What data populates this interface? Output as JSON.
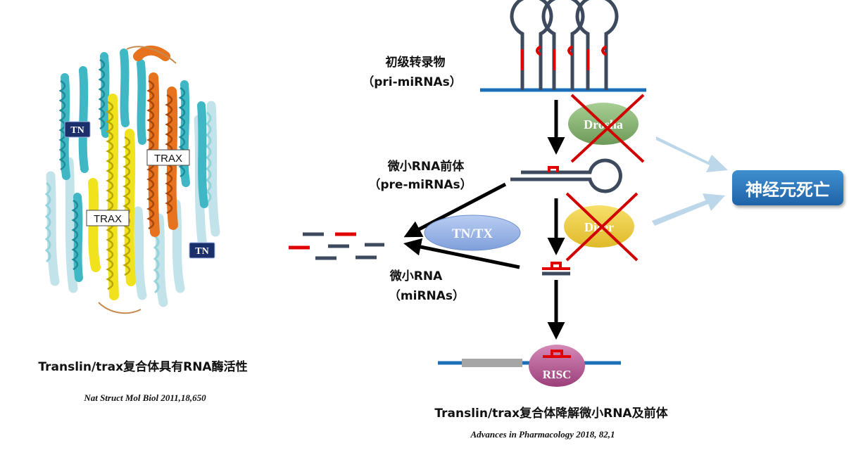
{
  "left_panel": {
    "tn_label": "TN",
    "trax_label": "TRAX",
    "caption": "Translin/trax复合体具有RNA酶活性",
    "citation": "Nat Struct Mol Biol 2011,18,650"
  },
  "right_panel": {
    "pri_label_cn": "初级转录物",
    "pri_label_en": "（pri-miRNAs）",
    "pre_label_cn": "微小RNA前体",
    "pre_label_en": "（pre-miRNAs）",
    "mirna_label_cn": "微小RNA",
    "mirna_label_en": "（miRNAs）",
    "drosha_label": "Drosha",
    "dicer_label": "Dicer",
    "tntx_label": "TN/TX",
    "risc_label": "RISC",
    "outcome_label": "神经元死亡",
    "caption": "Translin/trax复合体降解微小RNA及前体",
    "citation": "Advances in Pharmacology 2018, 82,1"
  },
  "colors": {
    "rna_strand": "#3d4a5e",
    "mrna": "#1a6fb8",
    "cleavage_mark": "#e00000",
    "drosha": "#7fae6a",
    "dicer": "#e9c736",
    "tntx": "#8fb0e6",
    "risc": "#b0568f",
    "outcome_box": "#2b78bd",
    "helix_cyan": "#3fb7c4",
    "helix_yellow": "#f1e21e",
    "helix_orange": "#e7731f",
    "helix_pale": "#bfe2e8"
  }
}
